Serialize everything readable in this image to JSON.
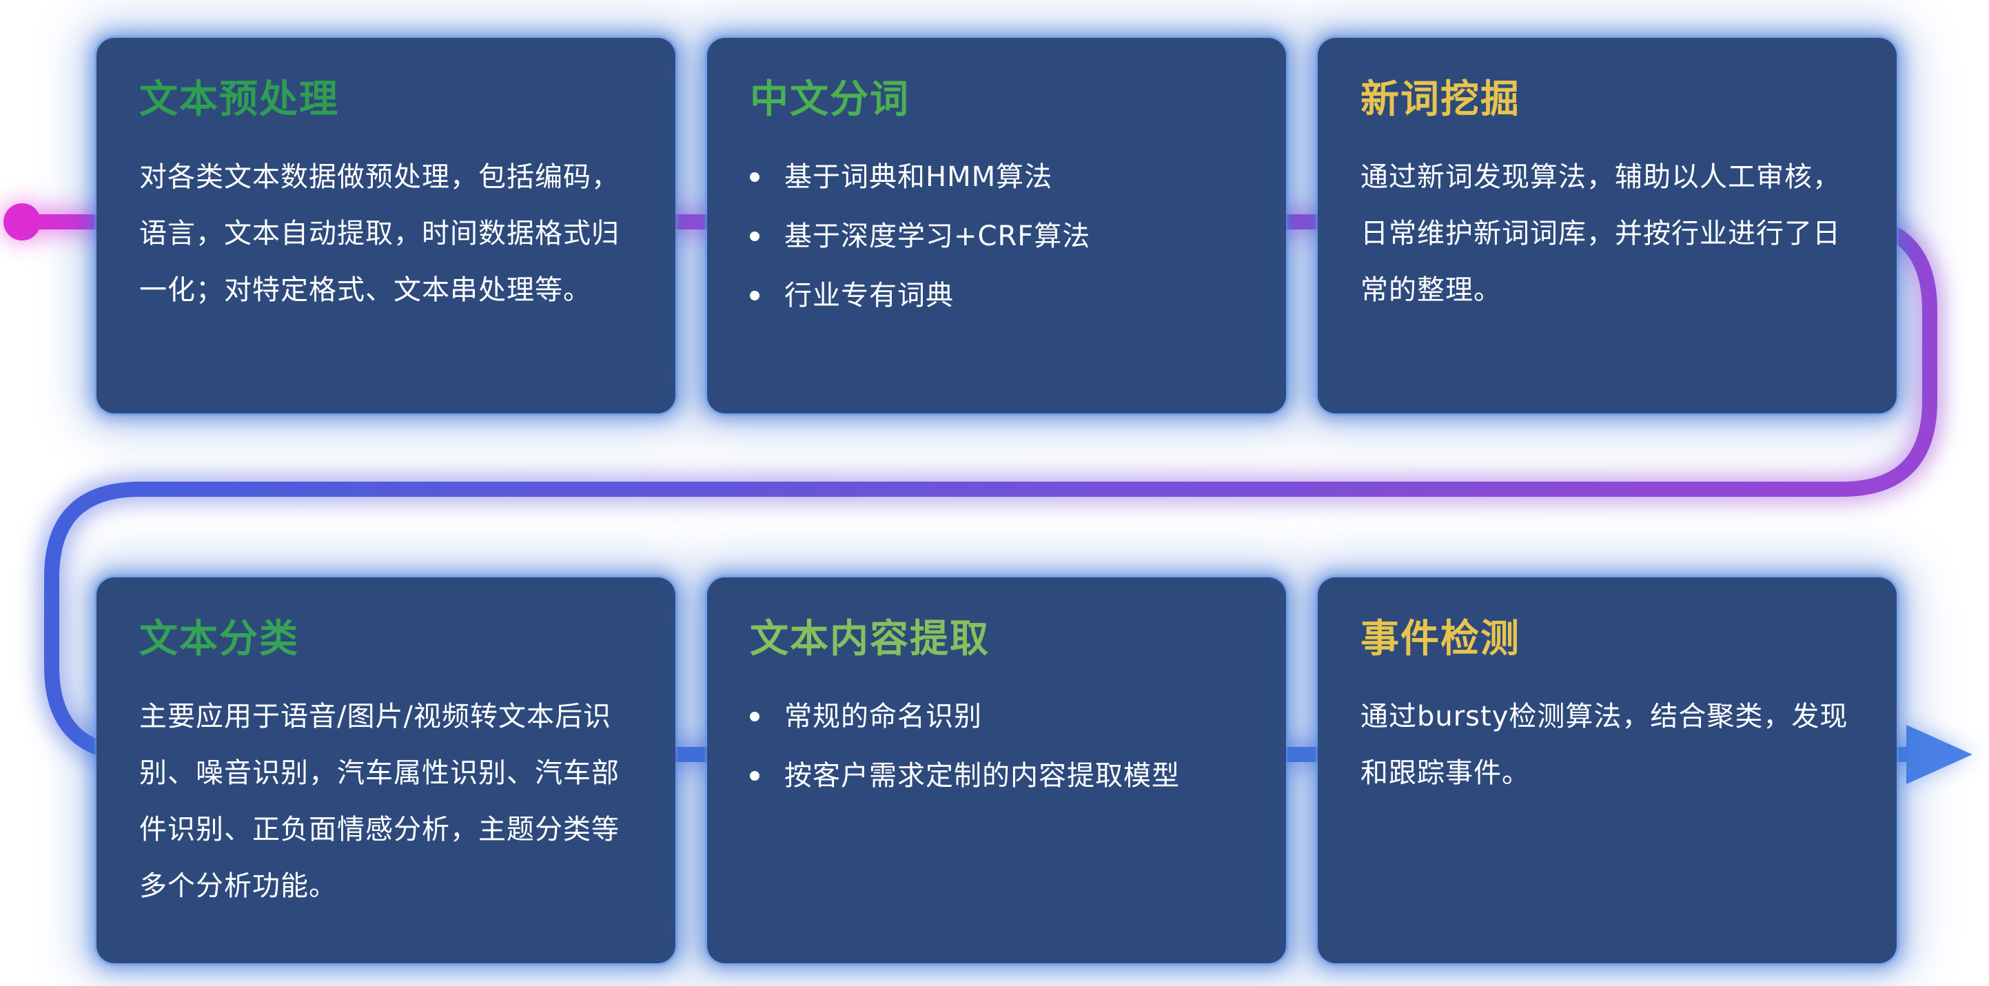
{
  "theme": {
    "background": "#ffffff",
    "card_background": "#2e4a7c",
    "card_glow": "#3e72d4",
    "body_text_color": "#ffffff"
  },
  "flow": {
    "start_dot_color": "#dd2ed4",
    "row1_start": "#dd2ed4",
    "row1_end": "#9a45d5",
    "mid_start": "#9a45d5",
    "mid_end": "#4560dc",
    "row2_start": "#4560dc",
    "row2_end": "#4b82e8",
    "arrow_color": "#4b82e8"
  },
  "cards": [
    {
      "id": "text-preprocessing",
      "title": "文本预处理",
      "title_color": "#2f9e52",
      "type": "paragraph",
      "body": "对各类文本数据做预处理，包括编码，语言，文本自动提取，时间数据格式归一化；对特定格式、文本串处理等。"
    },
    {
      "id": "chinese-word-segmentation",
      "title": "中文分词",
      "title_color": "#4cb052",
      "type": "bullets",
      "bullets": [
        "基于词典和HMM算法",
        "基于深度学习+CRF算法",
        "行业专有词典"
      ]
    },
    {
      "id": "new-word-mining",
      "title": "新词挖掘",
      "title_color": "#e8c44e",
      "type": "paragraph",
      "body": "通过新词发现算法，辅助以人工审核，日常维护新词词库，并按行业进行了日常的整理。"
    },
    {
      "id": "text-classification",
      "title": "文本分类",
      "title_color": "#36a356",
      "type": "paragraph",
      "body": "主要应用于语音/图片/视频转文本后识别、噪音识别，汽车属性识别、汽车部件识别、正负面情感分析，主题分类等多个分析功能。"
    },
    {
      "id": "text-content-extraction",
      "title": "文本内容提取",
      "title_color": "#86c05e",
      "type": "bullets",
      "bullets": [
        "常规的命名识别",
        "按客户需求定制的内容提取模型"
      ]
    },
    {
      "id": "event-detection",
      "title": "事件检测",
      "title_color": "#e8c44e",
      "type": "paragraph",
      "body": "通过bursty检测算法，结合聚类，发现和跟踪事件。"
    }
  ]
}
